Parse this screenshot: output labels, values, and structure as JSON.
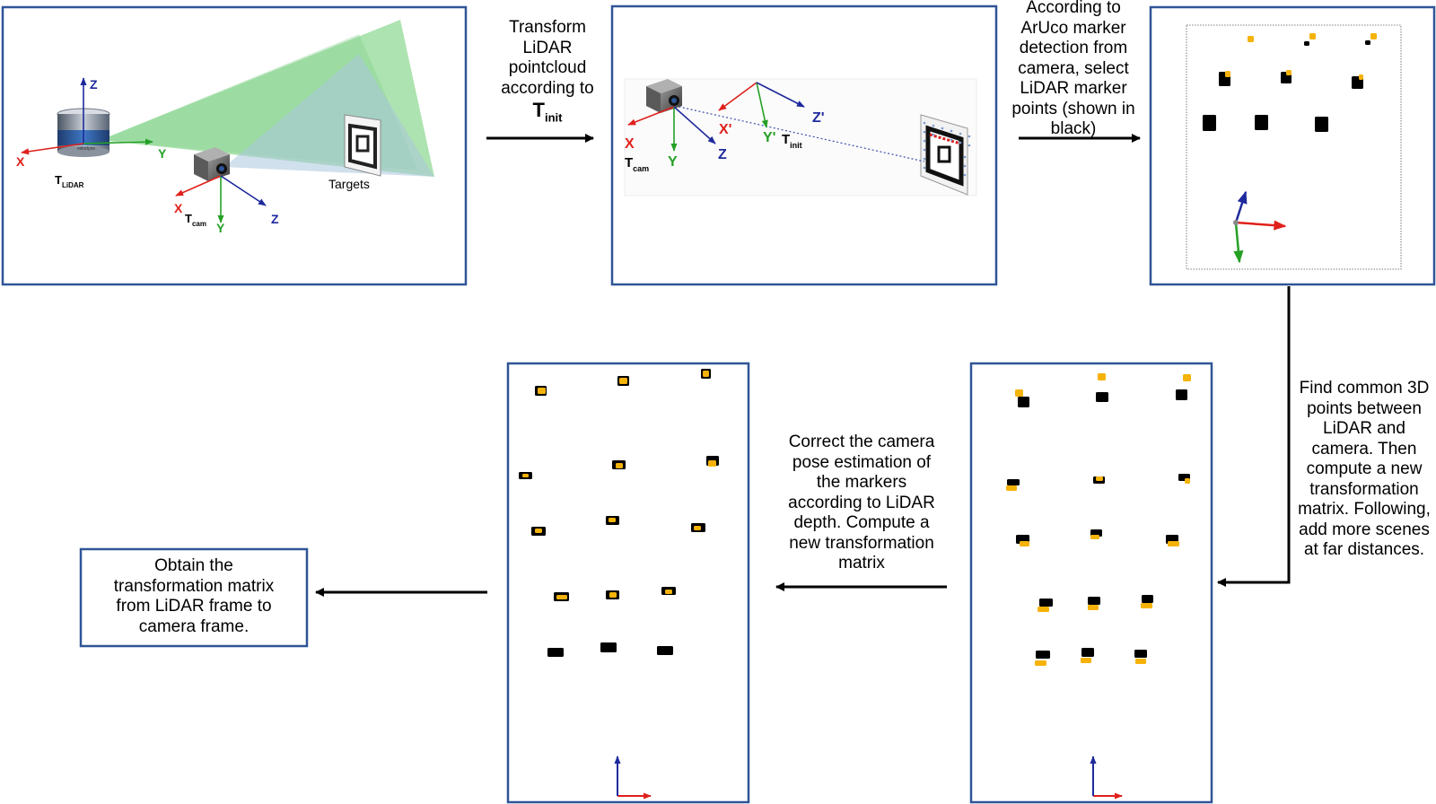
{
  "panel1": {
    "axes": {
      "z": "Z",
      "x": "X",
      "y": "Y"
    },
    "frame_lidar": {
      "base": "T",
      "sub": "LiDAR"
    },
    "cam_axes": {
      "x": "X",
      "y": "Y",
      "z": "Z"
    },
    "frame_cam": {
      "base": "T",
      "sub": "cam"
    },
    "targets_label": "Targets",
    "lidar_brand": "velodyne"
  },
  "step1": {
    "lines": [
      "Transform",
      "LiDAR",
      "pointcloud",
      "according to"
    ],
    "math_base": "T",
    "math_sub": "init"
  },
  "panel2": {
    "cam_axes": {
      "x": "X",
      "y": "Y",
      "z": "Z"
    },
    "frame_cam": {
      "base": "T",
      "sub": "cam"
    },
    "init_axes": {
      "x": "X'",
      "y": "Y'",
      "z": "Z'"
    },
    "frame_init": {
      "base": "T",
      "sub": "init"
    }
  },
  "step2": {
    "lines": [
      "According to",
      "ArUco marker",
      "detection from",
      "camera, select",
      "LiDAR marker",
      "points (shown in",
      "black)"
    ]
  },
  "step3": {
    "lines": [
      "Find common 3D",
      "points between",
      "LiDAR and",
      "camera. Then",
      "compute a new",
      "transformation",
      "matrix. Following,",
      "add more scenes",
      "at far distances."
    ]
  },
  "step4": {
    "lines": [
      "Correct the camera",
      "pose estimation of",
      "the markers",
      "according to LiDAR",
      "depth. Compute a",
      "new transformation",
      "matrix"
    ]
  },
  "final_box": {
    "lines": [
      "Obtain the",
      "transformation matrix",
      "from LiDAR frame to",
      "camera frame."
    ]
  },
  "colors": {
    "panel_border": "#2f5597",
    "x_axis": "#e0201b",
    "y_axis": "#25a025",
    "z_axis": "#1e2a9c",
    "marker_yellow": "#f5b30a",
    "lidar_points": "#000000",
    "fov_green": "#49c150",
    "fov_blue": "#a9c6dc"
  }
}
